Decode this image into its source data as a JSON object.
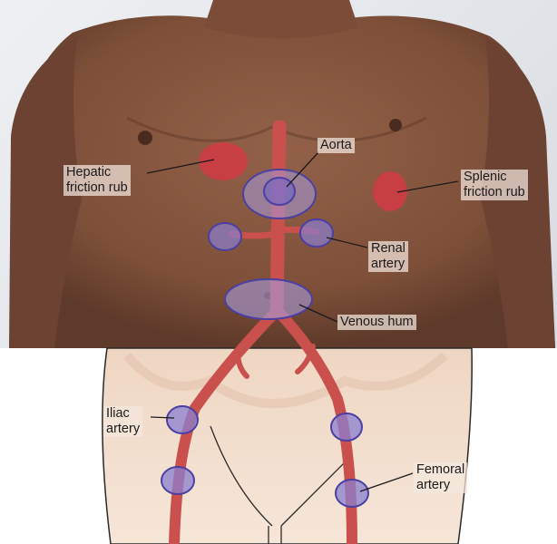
{
  "labels": {
    "hepatic": "Hepatic\nfriction rub",
    "aorta": "Aorta",
    "splenic": "Splenic\nfriction rub",
    "renal": "Renal\nartery",
    "venous": "Venous hum",
    "iliac": "Iliac\nartery",
    "femoral": "Femoral\nartery"
  },
  "colors": {
    "skin": "#8a5a42",
    "skin_dark": "#6e4433",
    "pelvis_skin": "#f1dccb",
    "artery": "#c9504c",
    "friction_rub": "#d23a45",
    "auscultation_ring": "#4a3fa3",
    "sheet": "#dfe3e8"
  }
}
